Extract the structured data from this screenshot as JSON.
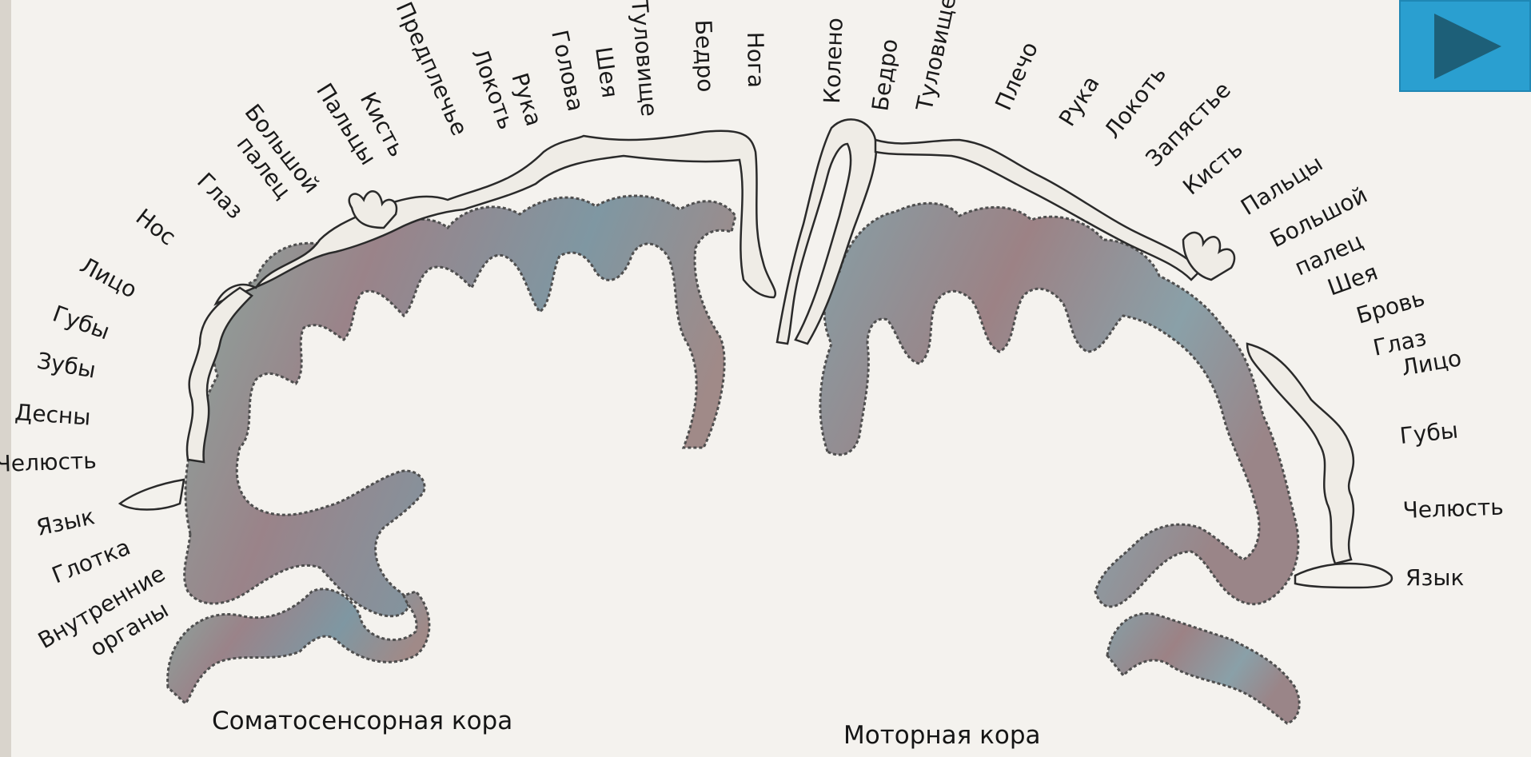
{
  "nav": {
    "next_icon": "play-triangle-icon",
    "accent": "#2a9fd0"
  },
  "cortex": {
    "somatosensory_label": "Соматосенсорная кора",
    "motor_label": "Моторная кора"
  },
  "somatosensory_labels": [
    "Предплечье",
    "Локоть",
    "Рука",
    "Голова",
    "Шея",
    "Туловище",
    "Бедро",
    "Нога",
    "Кисть",
    "Пальцы",
    "Большой",
    "палец",
    "Глаз",
    "Нос",
    "Лицо",
    "Губы",
    "Зубы",
    "Десны",
    "Челюсть",
    "Язык",
    "Глотка",
    "Внутренние",
    "органы"
  ],
  "motor_labels": [
    "Колено",
    "Бедро",
    "Туловище",
    "Плечо",
    "Рука",
    "Локоть",
    "Запястье",
    "Кисть",
    "Пальцы",
    "Большой",
    "палец",
    "Шея",
    "Бровь",
    "Глаз",
    "Лицо",
    "Губы",
    "Челюсть",
    "Язык"
  ]
}
